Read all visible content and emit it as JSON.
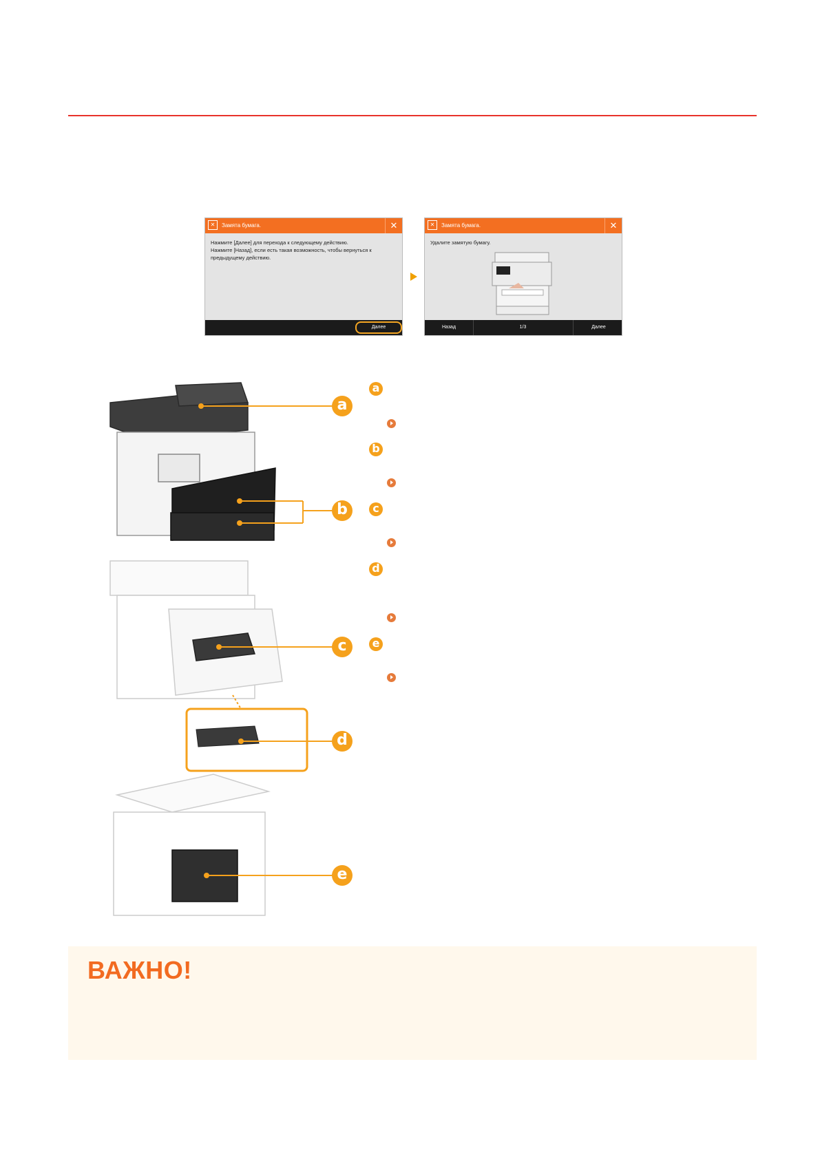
{
  "screens": [
    {
      "title": "Замята бумага.",
      "message": "Нажмите [Далее] для перехода к следующему действию.\nНажмите [Назад], если есть такая возможность, чтобы вернуться к\nпредыдущему действию.",
      "next_label": "Далее"
    },
    {
      "title": "Замята бумага.",
      "message": "Удалите замятую бумагу.",
      "back_label": "Назад",
      "page_indicator": "1/3",
      "next_label": "Далее"
    }
  ],
  "illustration_labels": [
    "a",
    "b",
    "c",
    "d",
    "e"
  ],
  "legend": {
    "items": [
      {
        "badge": "a"
      },
      {
        "badge": "b"
      },
      {
        "badge": "c"
      },
      {
        "badge": "d"
      },
      {
        "badge": "e"
      }
    ]
  },
  "important": {
    "heading": "ВАЖНО!"
  },
  "colors": {
    "accent_red": "#e8322b",
    "orange": "#f36f21",
    "badge_orange": "#f5a11c",
    "important_bg": "#fff8ec"
  }
}
